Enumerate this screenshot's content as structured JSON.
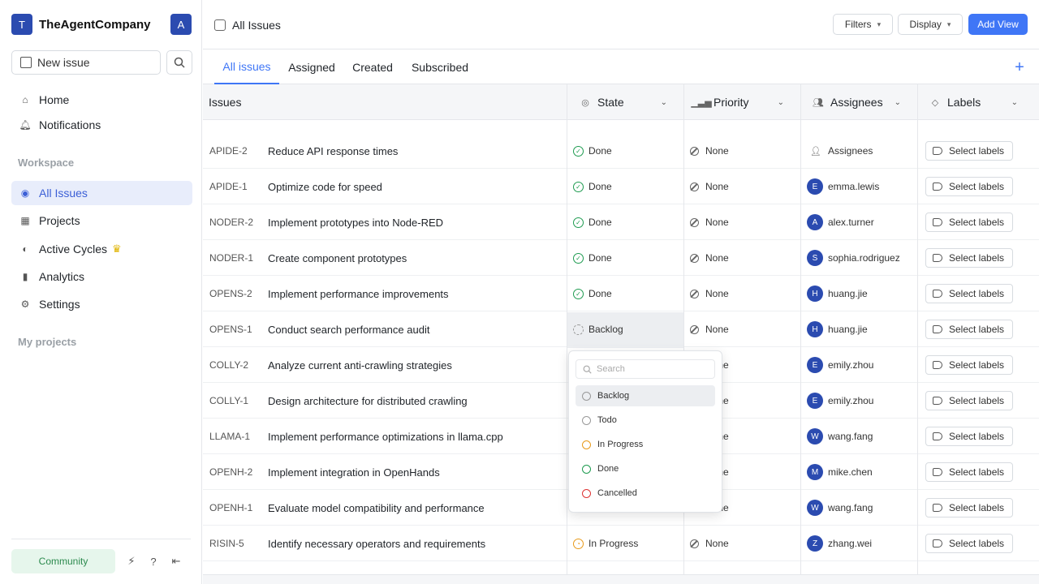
{
  "workspace": {
    "initial": "T",
    "name": "TheAgentCompany",
    "user_initial": "A"
  },
  "sidebar": {
    "new_issue": "New issue",
    "items": [
      {
        "label": "Home",
        "icon": "home-icon"
      },
      {
        "label": "Notifications",
        "icon": "bell-icon"
      }
    ],
    "workspace_label": "Workspace",
    "workspace_items": [
      {
        "label": "All Issues",
        "icon": "check-circle-icon",
        "active": true
      },
      {
        "label": "Projects",
        "icon": "grid-icon"
      },
      {
        "label": "Active Cycles",
        "icon": "cycle-icon"
      },
      {
        "label": "Analytics",
        "icon": "chart-icon"
      },
      {
        "label": "Settings",
        "icon": "gear-icon"
      }
    ],
    "projects_label": "My projects",
    "community": "Community"
  },
  "topbar": {
    "breadcrumb": "All Issues",
    "filters": "Filters",
    "display": "Display",
    "add_view": "Add View"
  },
  "tabs": [
    "All issues",
    "Assigned",
    "Created",
    "Subscribed"
  ],
  "columns": {
    "issues": "Issues",
    "state": "State",
    "priority": "Priority",
    "assignees": "Assignees",
    "labels": "Labels"
  },
  "rows": [
    {
      "id": "APIDE-2",
      "title": "Reduce API response times",
      "state": "Done",
      "priority": "None",
      "assignee": "",
      "assignee_placeholder": "Assignees",
      "labels": "Select labels"
    },
    {
      "id": "APIDE-1",
      "title": "Optimize code for speed",
      "state": "Done",
      "priority": "None",
      "assignee": "emma.lewis",
      "initial": "E",
      "labels": "Select labels"
    },
    {
      "id": "NODER-2",
      "title": "Implement prototypes into Node-RED",
      "state": "Done",
      "priority": "None",
      "assignee": "alex.turner",
      "initial": "A",
      "labels": "Select labels"
    },
    {
      "id": "NODER-1",
      "title": "Create component prototypes",
      "state": "Done",
      "priority": "None",
      "assignee": "sophia.rodriguez",
      "initial": "S",
      "labels": "Select labels"
    },
    {
      "id": "OPENS-2",
      "title": "Implement performance improvements",
      "state": "Done",
      "priority": "None",
      "assignee": "huang.jie",
      "initial": "H",
      "labels": "Select labels"
    },
    {
      "id": "OPENS-1",
      "title": "Conduct search performance audit",
      "state": "Backlog",
      "priority": "None",
      "assignee": "huang.jie",
      "initial": "H",
      "labels": "Select labels"
    },
    {
      "id": "COLLY-2",
      "title": "Analyze current anti-crawling strategies",
      "state": "",
      "priority": "None",
      "assignee": "emily.zhou",
      "initial": "E",
      "labels": "Select labels"
    },
    {
      "id": "COLLY-1",
      "title": "Design architecture for distributed crawling",
      "state": "",
      "priority": "None",
      "assignee": "emily.zhou",
      "initial": "E",
      "labels": "Select labels"
    },
    {
      "id": "LLAMA-1",
      "title": "Implement performance optimizations in llama.cpp",
      "state": "",
      "priority": "None",
      "assignee": "wang.fang",
      "initial": "W",
      "labels": "Select labels"
    },
    {
      "id": "OPENH-2",
      "title": "Implement integration in OpenHands",
      "state": "",
      "priority": "None",
      "assignee": "mike.chen",
      "initial": "M",
      "labels": "Select labels"
    },
    {
      "id": "OPENH-1",
      "title": "Evaluate model compatibility and performance",
      "state": "",
      "priority": "None",
      "assignee": "wang.fang",
      "initial": "W",
      "labels": "Select labels"
    },
    {
      "id": "RISIN-5",
      "title": "Identify necessary operators and requirements",
      "state": "In Progress",
      "priority": "None",
      "assignee": "zhang.wei",
      "initial": "Z",
      "labels": "Select labels"
    }
  ],
  "state_dropdown": {
    "search_placeholder": "Search",
    "options": [
      "Backlog",
      "Todo",
      "In Progress",
      "Done",
      "Cancelled"
    ]
  }
}
